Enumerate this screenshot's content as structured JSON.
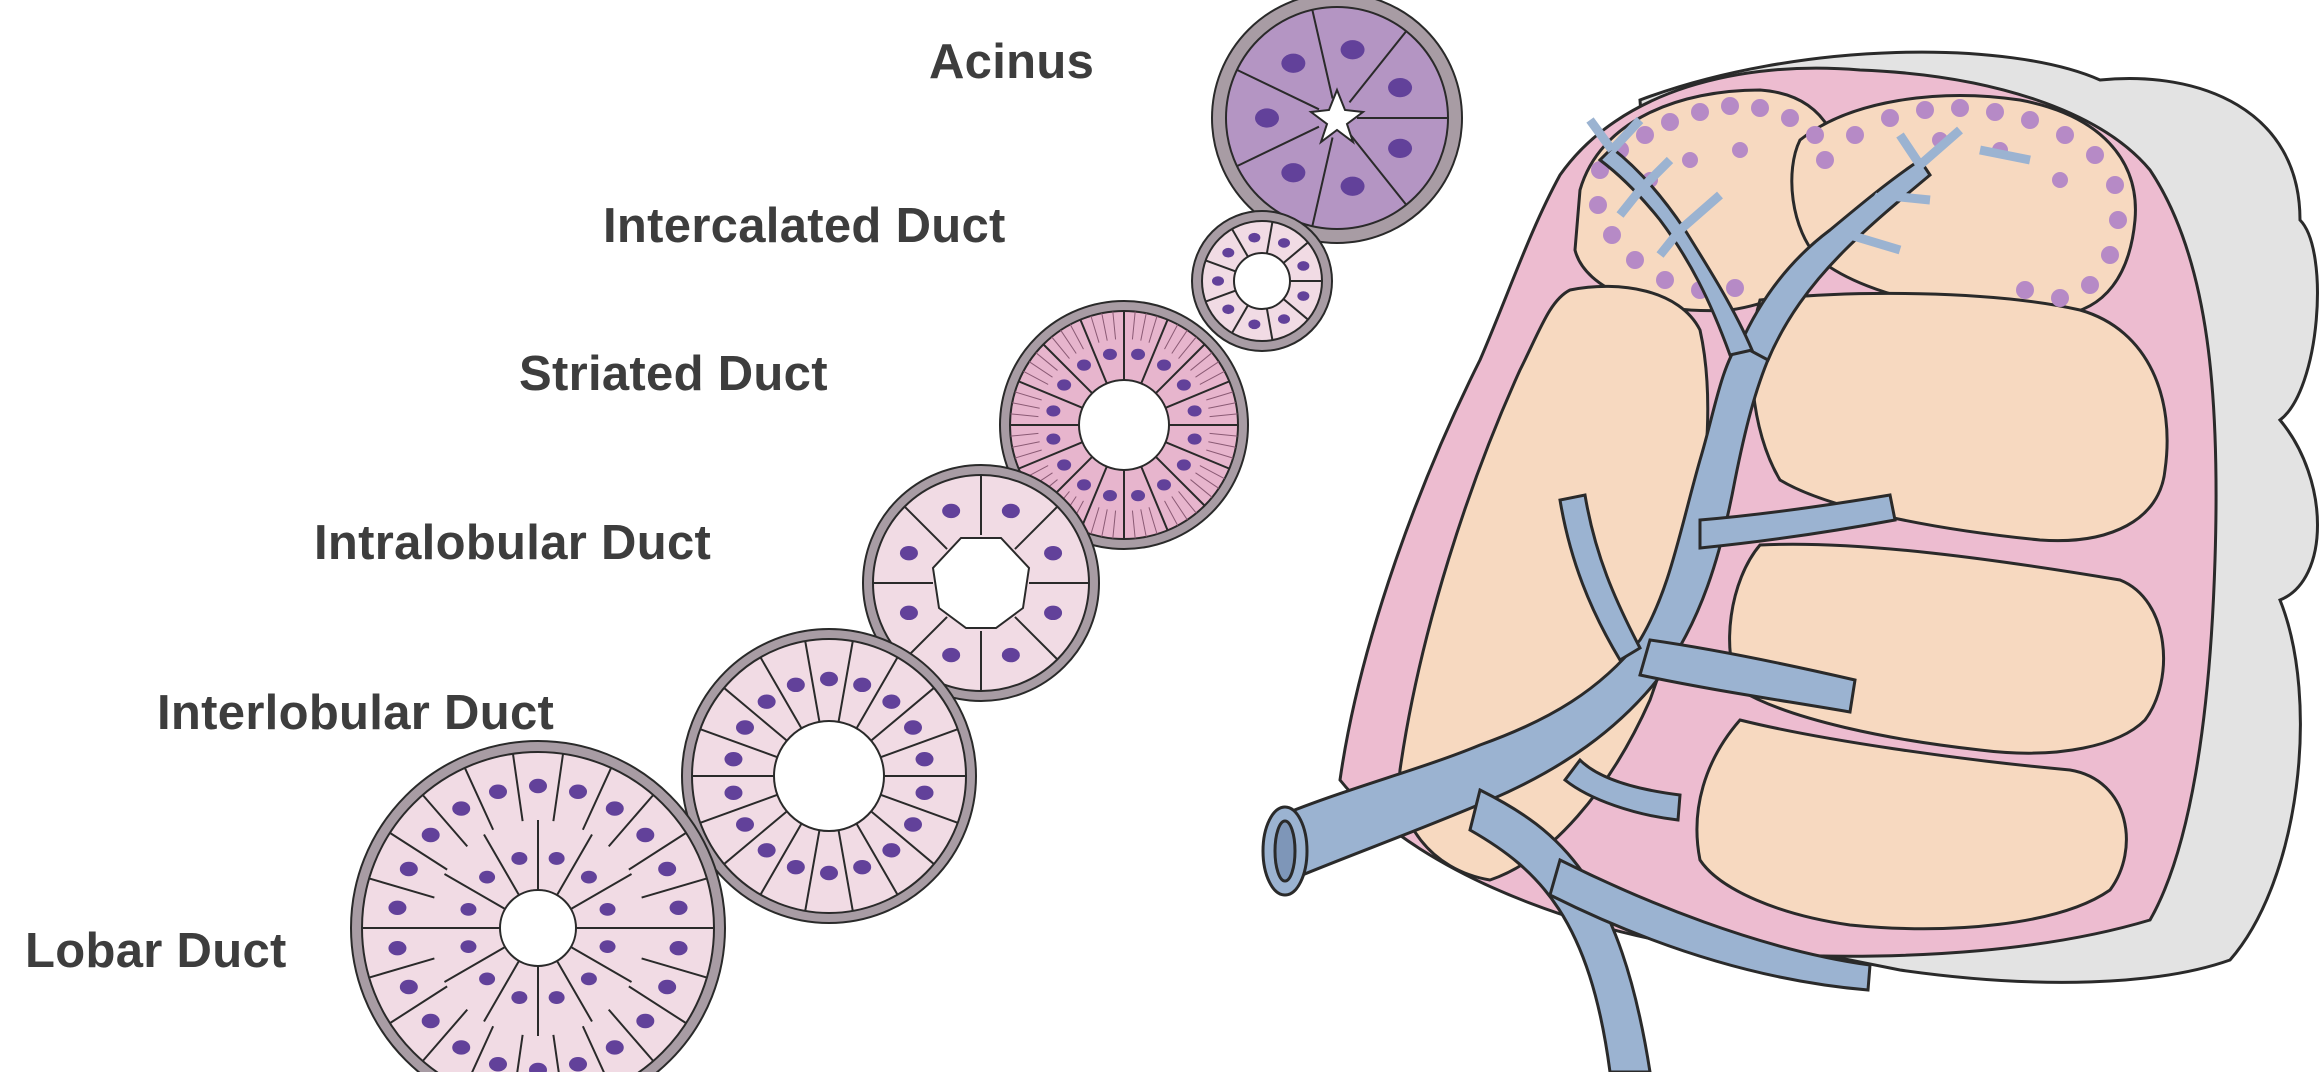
{
  "labels": {
    "acinus": "Acinus",
    "intercalated_duct": "Intercalated Duct",
    "striated_duct": "Striated Duct",
    "intralobular_duct": "Intralobular Duct",
    "interlobular_duct": "Interlobular Duct",
    "lobar_duct": "Lobar Duct"
  },
  "colors": {
    "label_text": "#3d3d3d",
    "outline": "#2a2a2a",
    "ring": "#a89ca4",
    "acinus_cell": "#b495c3",
    "duct_cell": "#f1dbe4",
    "striated_cell": "#e7b5cd",
    "nucleus": "#62419a",
    "duct_tree": "#9bb3d1",
    "lobule_fill": "#f7d9c0",
    "capsule_pink": "#edbcd0",
    "capsule_grey": "#e3e3e3",
    "secretory_dots": "#b68ac6"
  }
}
